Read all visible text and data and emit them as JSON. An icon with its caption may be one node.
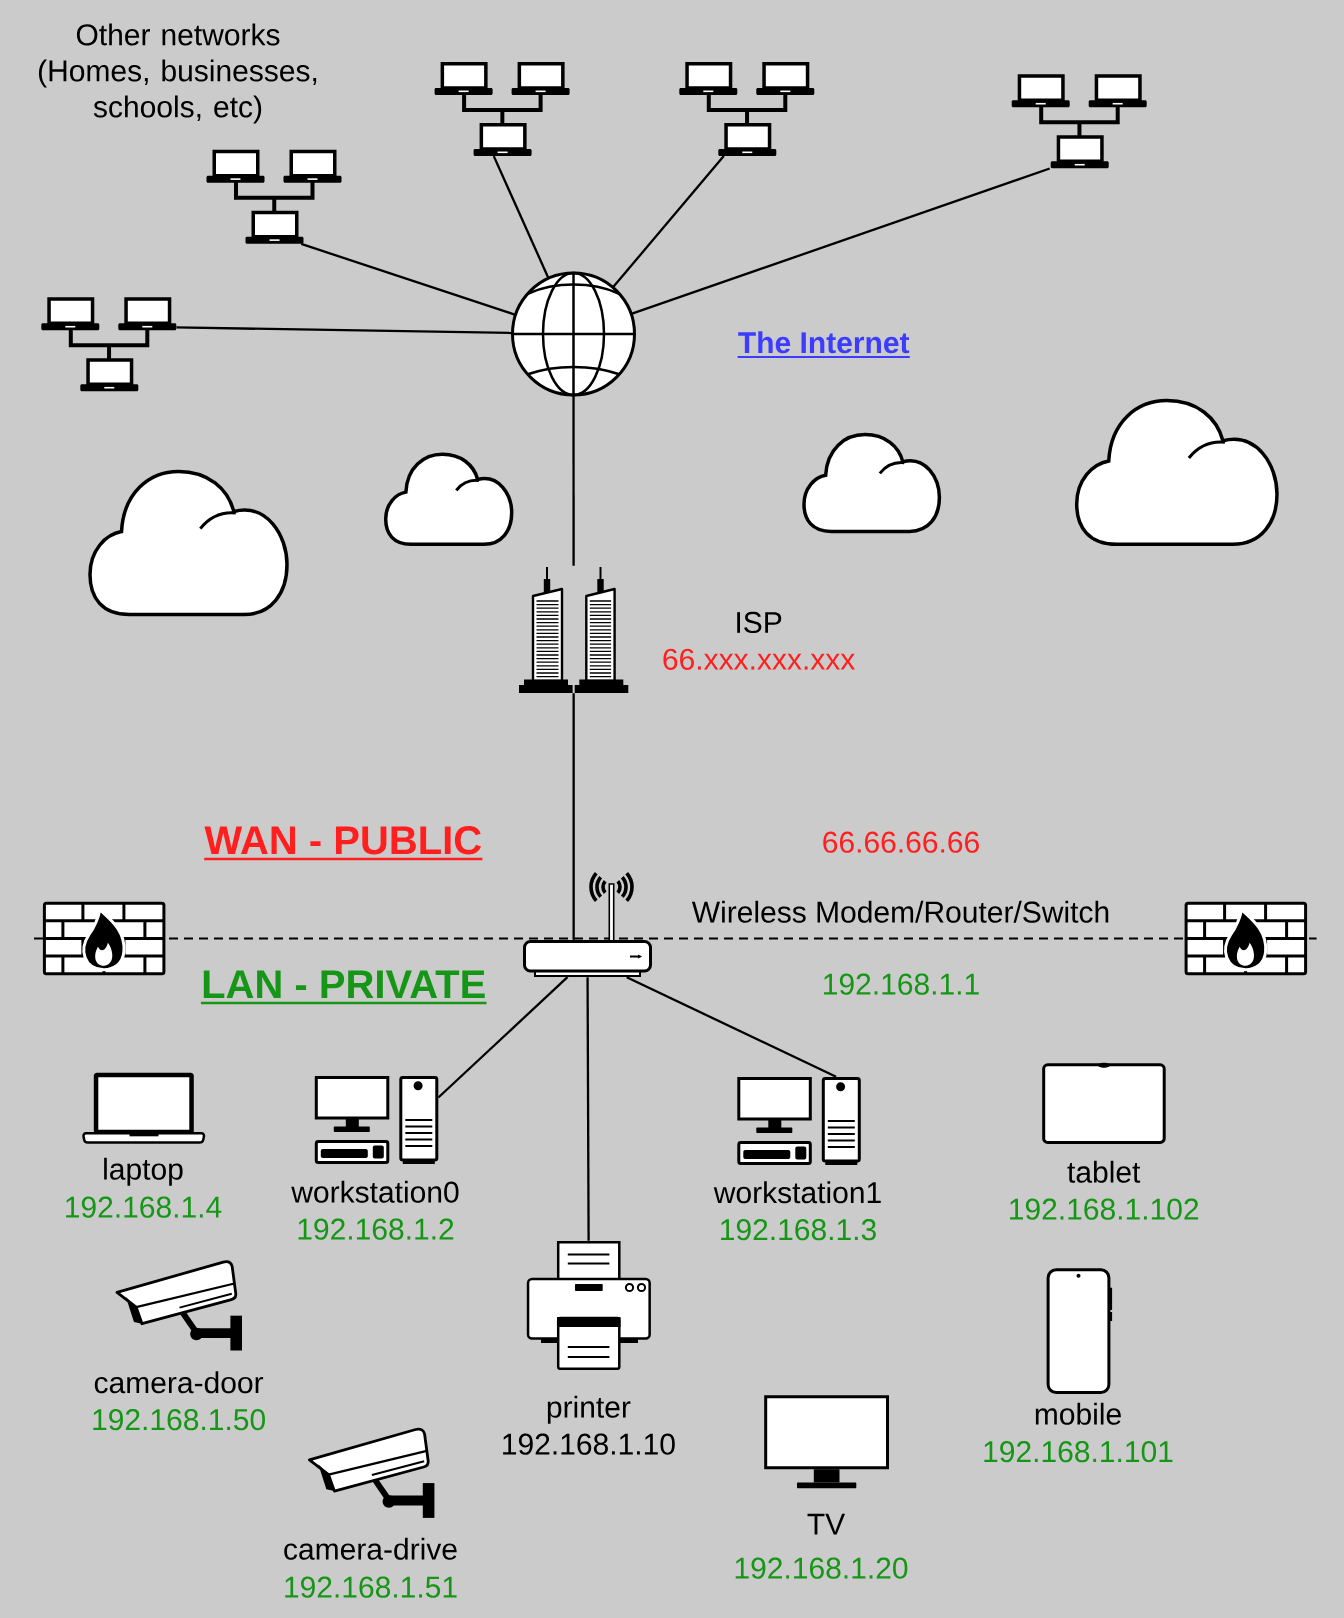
{
  "diagram": {
    "nodes": [
      {
        "text": [],
        "shape": "picture"
      },
      {
        "text": [],
        "shape": "picture"
      },
      {
        "text": [],
        "shape": "picture"
      },
      {
        "text": [],
        "shape": "picture"
      },
      {
        "text": [],
        "shape": "picture"
      },
      {
        "text": [],
        "shape": "picture",
        "beside": [
          "The Internet"
        ]
      },
      {
        "text": [],
        "shape": "picture",
        "beside": [
          "ISP",
          "66.xxx.xxx.xxx"
        ]
      },
      {
        "text": [],
        "shape": "picture",
        "beside": [
          "66.66.66.66",
          "Wireless Modem/Router/Switch",
          "192.168.1.1"
        ]
      },
      {
        "text": [
          "laptop",
          "192.168.1.4"
        ]
      },
      {
        "text": [
          "workstation0",
          "192.168.1.2"
        ]
      },
      {
        "text": [
          "workstation1",
          "192.168.1.3"
        ]
      },
      {
        "text": [
          "tablet",
          "192.168.1.102"
        ]
      },
      {
        "text": [
          "camera-door",
          "192.168.1.50"
        ]
      },
      {
        "text": [
          "printer",
          "192.168.1.10"
        ]
      },
      {
        "text": [
          "mobile",
          "192.168.1.101"
        ]
      },
      {
        "text": [
          "camera-drive",
          "192.168.1.51"
        ]
      },
      {
        "text": [
          "TV",
          "192.168.1.20"
        ]
      }
    ],
    "edges": [
      {
        "from": 0,
        "to": 5,
        "arrow": "none"
      },
      {
        "from": 1,
        "to": 5,
        "arrow": "none"
      },
      {
        "from": 2,
        "to": 5,
        "arrow": "none"
      },
      {
        "from": 3,
        "to": 5,
        "arrow": "none"
      },
      {
        "from": 4,
        "to": 5,
        "arrow": "none"
      },
      {
        "from": 5,
        "to": 6,
        "arrow": "none"
      },
      {
        "from": 6,
        "to": 7,
        "arrow": "none"
      },
      {
        "from": 7,
        "to": 9,
        "arrow": "none"
      },
      {
        "from": 7,
        "to": 13,
        "arrow": "none"
      },
      {
        "from": 7,
        "to": 10,
        "arrow": "none"
      }
    ],
    "labels": [
      "Other networks (Homes, businesses, schools, etc)",
      "WAN - PUBLIC",
      "LAN - PRIVATE"
    ]
  }
}
